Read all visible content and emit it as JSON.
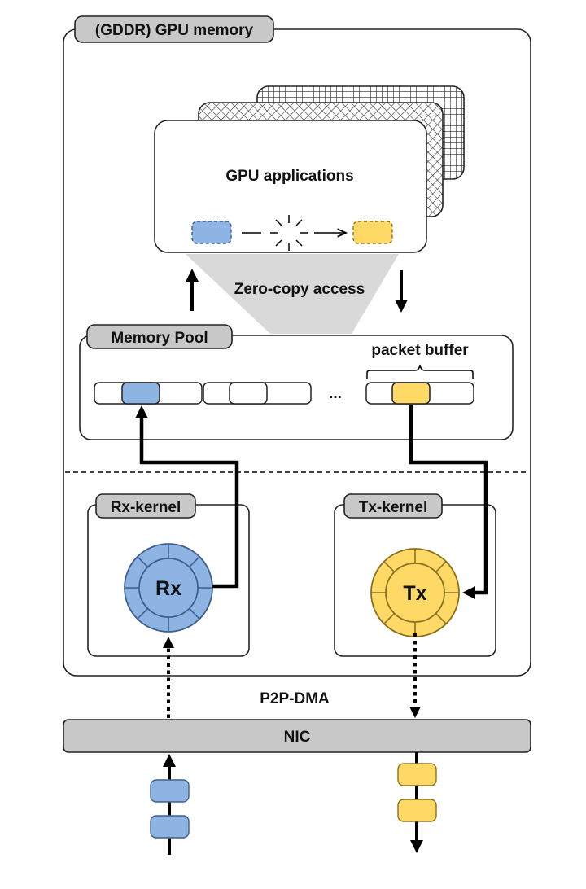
{
  "labels": {
    "gpu_memory": "(GDDR) GPU memory",
    "gpu_applications": "GPU applications",
    "zero_copy": "Zero-copy access",
    "memory_pool": "Memory Pool",
    "packet_buffer": "packet buffer",
    "ellipsis": "...",
    "rx_kernel": "Rx-kernel",
    "tx_kernel": "Tx-kernel",
    "rx": "Rx",
    "tx": "Tx",
    "p2p_dma": "P2P-DMA",
    "nic": "NIC"
  },
  "colors": {
    "rx_fill": "#8eb4e3",
    "rx_stroke": "#3f5f8f",
    "tx_fill": "#ffd966",
    "tx_stroke": "#8a7020",
    "label_fill": "#c8c8c8",
    "nic_fill": "#c8c8c8",
    "funnel_fill": "#d9d9d9"
  }
}
